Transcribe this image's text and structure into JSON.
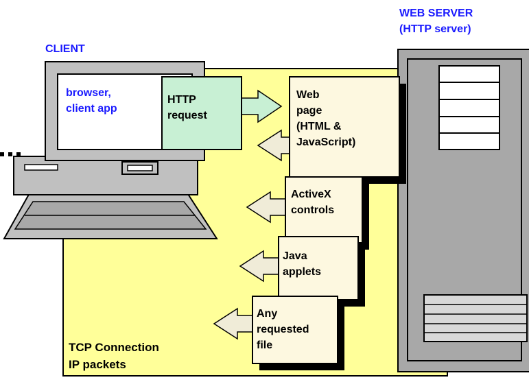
{
  "labels": {
    "client": "CLIENT",
    "web_server": "WEB SERVER\n(HTTP server)",
    "browser": "browser,\nclient app",
    "http_request": "HTTP\nrequest",
    "web_page": "Web\npage\n(HTML &\nJavaScript)",
    "activex": "ActiveX\ncontrols",
    "java_applets": "Java\napplets",
    "any_file": "Any\nrequested\nfile",
    "tcp": "TCP Connection\nIP packets"
  },
  "colors": {
    "connection_zone": "#ffff99",
    "document_box": "#fdf8e0",
    "request_box": "#c8f0d4",
    "arrow_request": "#c8f0d4",
    "arrow_response": "#f0ecd8",
    "computer_gray": "#c0c0c0",
    "server_gray": "#a8a8a8",
    "label_blue": "#1a1aff"
  },
  "icons": {
    "computer": "desktop-computer-icon",
    "server": "server-tower-icon"
  }
}
